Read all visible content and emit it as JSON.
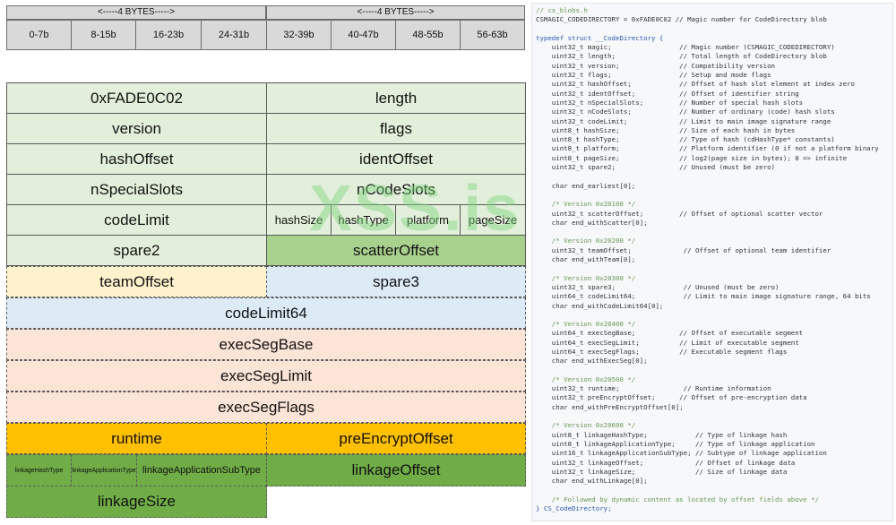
{
  "ruler": {
    "groups": [
      "<-----4 BYTES----->",
      "<-----4 BYTES----->"
    ],
    "cells": [
      "0-7b",
      "8-15b",
      "16-23b",
      "24-31b",
      "32-39b",
      "40-47b",
      "48-55b",
      "56-63b"
    ]
  },
  "fields": {
    "magic": "0xFADE0C02",
    "length": "length",
    "version": "version",
    "flags": "flags",
    "hashOffset": "hashOffset",
    "identOffset": "identOffset",
    "nSpecialSlots": "nSpecialSlots",
    "nCodeSlots": "nCodeSlots",
    "codeLimit": "codeLimit",
    "hashSize": "hashSize",
    "hashType": "hashType",
    "platform": "platform",
    "pageSize": "pageSize",
    "spare2": "spare2",
    "scatterOffset": "scatterOffset",
    "teamOffset": "teamOffset",
    "spare3": "spare3",
    "codeLimit64": "codeLimit64",
    "execSegBase": "execSegBase",
    "execSegLimit": "execSegLimit",
    "execSegFlags": "execSegFlags",
    "runtime": "runtime",
    "preEncryptOffset": "preEncryptOffset",
    "linkageHashType": "linkageHashType",
    "linkageApplicationType": "linkageApplicationType",
    "linkageApplicationSubType": "linkageApplicationSubType",
    "linkageOffset": "linkageOffset",
    "linkageSize": "linkageSize"
  },
  "watermark": "XSS.is",
  "code": [
    {
      "text": "// cs_blobs.h",
      "kind": "c"
    },
    {
      "text": "CSMAGIC_CODEDIRECTORY = 0xFADE0C02 // Magic number for CodeDirectory blob",
      "kind": "n"
    },
    {
      "text": "",
      "kind": "n"
    },
    {
      "text": "typedef struct __CodeDirectory {",
      "kind": "t"
    },
    {
      "text": "    uint32_t magic;                 // Magic number (CSMAGIC_CODEDIRECTORY)",
      "kind": "n"
    },
    {
      "text": "    uint32_t length;                // Total length of CodeDirectory blob",
      "kind": "n"
    },
    {
      "text": "    uint32_t version;               // Compatibility version",
      "kind": "n"
    },
    {
      "text": "    uint32_t flags;                 // Setup and mode flags",
      "kind": "n"
    },
    {
      "text": "    uint32_t hashOffset;            // Offset of hash slot element at index zero",
      "kind": "n"
    },
    {
      "text": "    uint32_t identOffset;           // Offset of identifier string",
      "kind": "n"
    },
    {
      "text": "    uint32_t nSpecialSlots;         // Number of special hash slots",
      "kind": "n"
    },
    {
      "text": "    uint32_t nCodeSlots;            // Number of ordinary (code) hash slots",
      "kind": "n"
    },
    {
      "text": "    uint32_t codeLimit;             // Limit to main image signature range",
      "kind": "n"
    },
    {
      "text": "    uint8_t hashSize;               // Size of each hash in bytes",
      "kind": "n"
    },
    {
      "text": "    uint8_t hashType;               // Type of hash (cdHashType* constants)",
      "kind": "n"
    },
    {
      "text": "    uint8_t platform;               // Platform identifier (0 if not a platform binary",
      "kind": "n"
    },
    {
      "text": "    uint8_t pageSize;               // log2(page size in bytes); 0 => infinite",
      "kind": "n"
    },
    {
      "text": "    uint32_t spare2;                // Unused (must be zero)",
      "kind": "n"
    },
    {
      "text": "",
      "kind": "n"
    },
    {
      "text": "    char end_earliest[0];",
      "kind": "n"
    },
    {
      "text": "",
      "kind": "n"
    },
    {
      "text": "    /* Version 0x20100 */",
      "kind": "c"
    },
    {
      "text": "    uint32_t scatterOffset;         // Offset of optional scatter vector",
      "kind": "n"
    },
    {
      "text": "    char end_withScatter[0];",
      "kind": "n"
    },
    {
      "text": "",
      "kind": "n"
    },
    {
      "text": "    /* Version 0x20200 */",
      "kind": "c"
    },
    {
      "text": "    uint32_t teamOffset;             // Offset of optional team identifier",
      "kind": "n"
    },
    {
      "text": "    char end_withTeam[0];",
      "kind": "n"
    },
    {
      "text": "",
      "kind": "n"
    },
    {
      "text": "    /* Version 0x20300 */",
      "kind": "c"
    },
    {
      "text": "    uint32_t spare3;                 // Unused (must be zero)",
      "kind": "n"
    },
    {
      "text": "    uint64_t codeLimit64;            // Limit to main image signature range, 64 bits",
      "kind": "n"
    },
    {
      "text": "    char end_withCodeLimit64[0];",
      "kind": "n"
    },
    {
      "text": "",
      "kind": "n"
    },
    {
      "text": "    /* Version 0x20400 */",
      "kind": "c"
    },
    {
      "text": "    uint64_t execSegBase;           // Offset of executable segment",
      "kind": "n"
    },
    {
      "text": "    uint64_t execSegLimit;          // Limit of executable segment",
      "kind": "n"
    },
    {
      "text": "    uint64_t execSegFlags;          // Executable segment flags",
      "kind": "n"
    },
    {
      "text": "    char end_withExecSeg[0];",
      "kind": "n"
    },
    {
      "text": "",
      "kind": "n"
    },
    {
      "text": "    /* Version 0x20500 */",
      "kind": "c"
    },
    {
      "text": "    uint32_t runtime;                // Runtime information",
      "kind": "n"
    },
    {
      "text": "    uint32_t preEncryptOffset;      // Offset of pre-encryption data",
      "kind": "n"
    },
    {
      "text": "    char end_withPreEncryptOffset[0];",
      "kind": "n"
    },
    {
      "text": "",
      "kind": "n"
    },
    {
      "text": "    /* Version 0x20600 */",
      "kind": "c"
    },
    {
      "text": "    uint8_t linkageHashType;            // Type of linkage hash",
      "kind": "n"
    },
    {
      "text": "    uint8_t linkageApplicationType;     // Type of linkage application",
      "kind": "n"
    },
    {
      "text": "    uint16_t linkageApplicationSubType; // Subtype of linkage application",
      "kind": "n"
    },
    {
      "text": "    uint32_t linkageOffset;             // Offset of linkage data",
      "kind": "n"
    },
    {
      "text": "    uint32_t linkageSize;               // Size of linkage data",
      "kind": "n"
    },
    {
      "text": "    char end_withLinkage[0];",
      "kind": "n"
    },
    {
      "text": "",
      "kind": "n"
    },
    {
      "text": "    /* Followed by dynamic content as located by offset fields above */",
      "kind": "c"
    },
    {
      "text": "} CS_CodeDirectory;",
      "kind": "t"
    }
  ]
}
